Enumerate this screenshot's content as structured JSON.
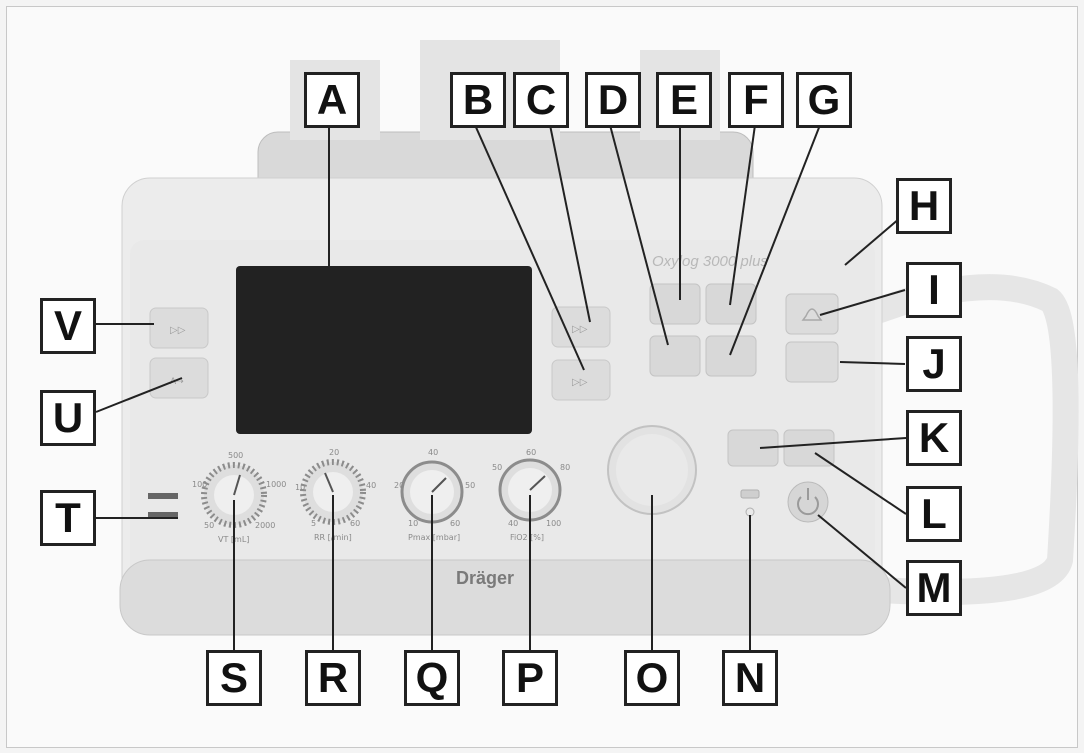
{
  "device": {
    "model": "Oxylog 3000 plus",
    "brand": "Dräger"
  },
  "knobs": {
    "vt": {
      "label": "VT [mL]",
      "scale_top": "500",
      "scale_left": "100",
      "scale_right": "1000",
      "scale_bl": "50",
      "scale_br": "2000"
    },
    "rr": {
      "label": "RR [/min]",
      "scale_top": "20",
      "scale_left": "10",
      "scale_right": "40",
      "scale_bl": "5",
      "scale_br": "60"
    },
    "pmax": {
      "label": "Pmax [mbar]",
      "scale_top": "40",
      "scale_left": "20",
      "scale_right": "50",
      "scale_bl": "10",
      "scale_br": "60"
    },
    "fio2": {
      "label": "FiO2 [%]",
      "scale_top": "60",
      "scale_left": "50",
      "scale_right": "80",
      "scale_bl": "40",
      "scale_br": "100"
    }
  },
  "callouts": {
    "A": "A",
    "B": "B",
    "C": "C",
    "D": "D",
    "E": "E",
    "F": "F",
    "G": "G",
    "H": "H",
    "I": "I",
    "J": "J",
    "K": "K",
    "L": "L",
    "M": "M",
    "N": "N",
    "O": "O",
    "P": "P",
    "Q": "Q",
    "R": "R",
    "S": "S",
    "T": "T",
    "U": "U",
    "V": "V"
  }
}
